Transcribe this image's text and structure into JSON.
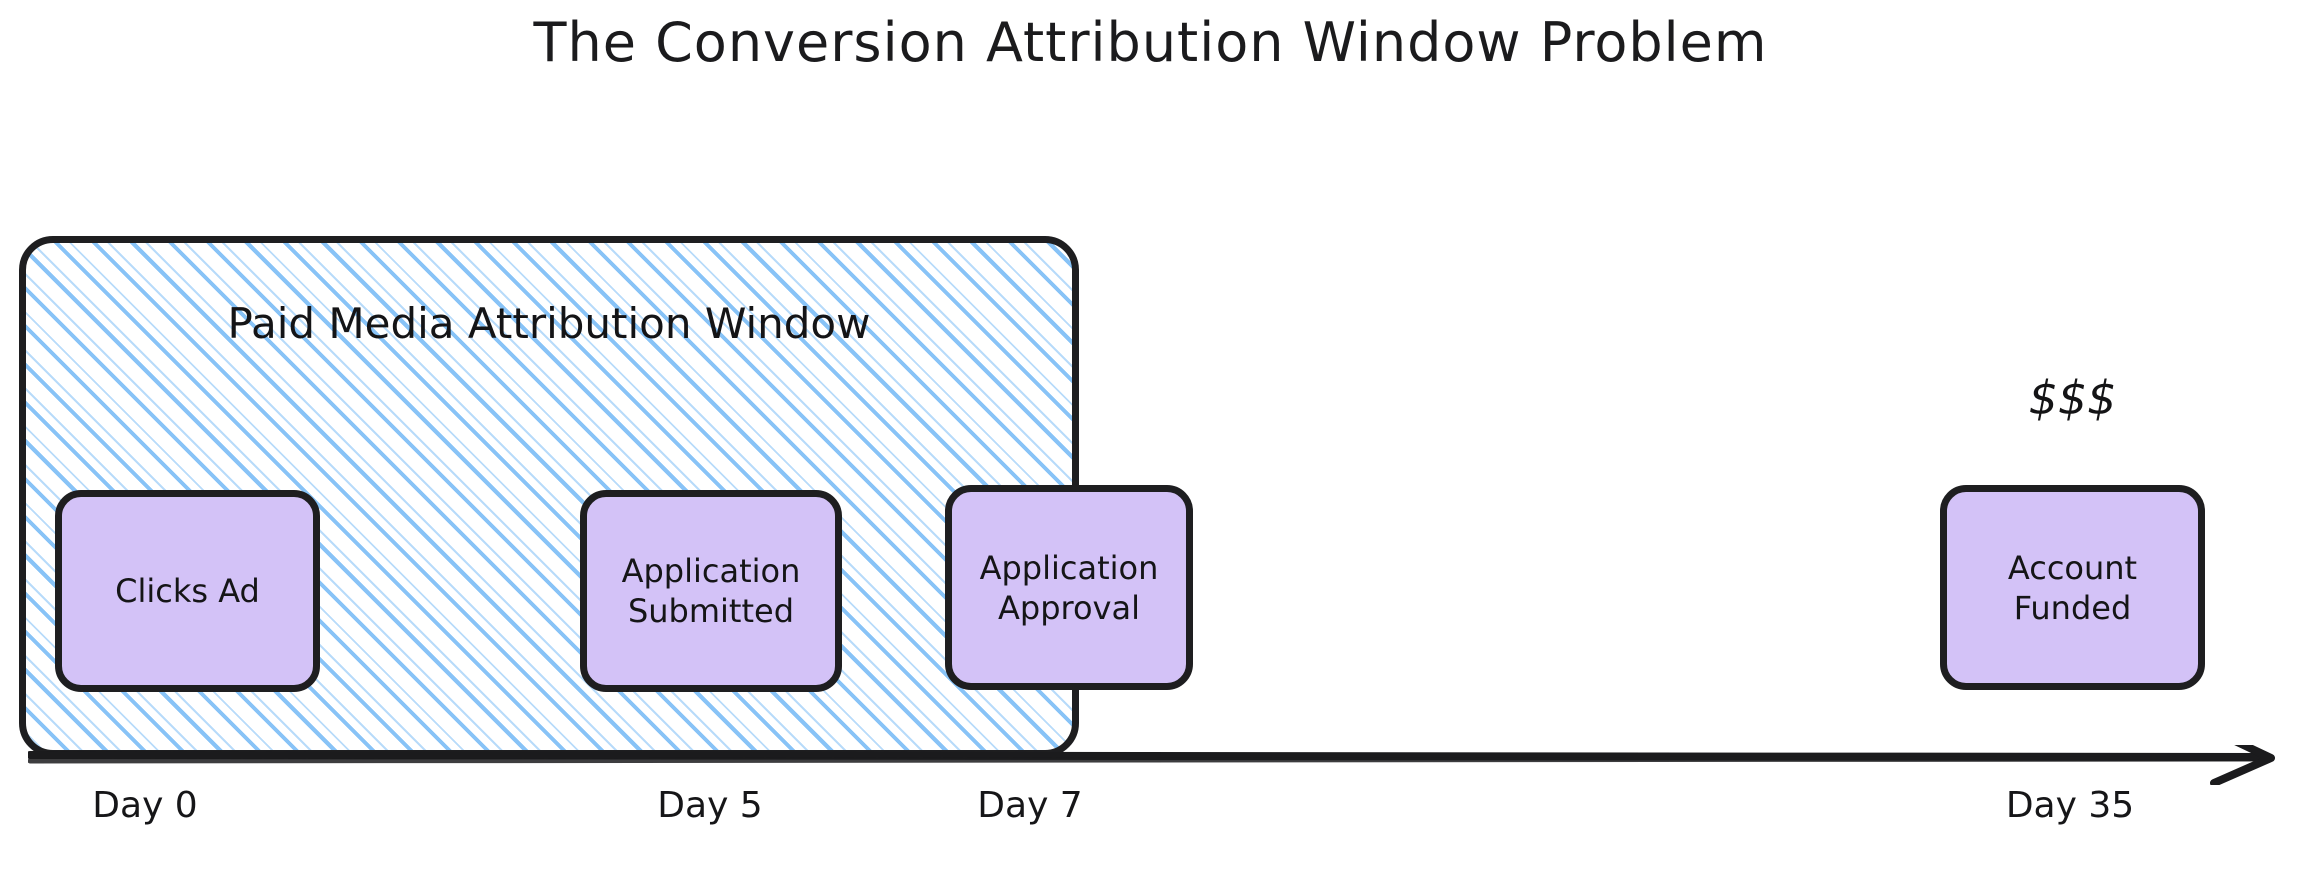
{
  "title": "The Conversion Attribution Window Problem",
  "attribution_window": {
    "label": "Paid Media Attribution Window",
    "hatch_color": "#7ebef6",
    "border_color": "#1e1e20",
    "start_day": "Day 0",
    "end_day": "Day 7"
  },
  "nodes": [
    {
      "id": "clicks-ad",
      "label": "Clicks Ad",
      "line1": "Clicks Ad",
      "line2": "",
      "day": "Day 0",
      "fill": "#d3c2f7",
      "inside_window": true
    },
    {
      "id": "app-submitted",
      "label": "Application Submitted",
      "line1": "Application",
      "line2": "Submitted",
      "day": "Day 5",
      "fill": "#d3c2f7",
      "inside_window": true
    },
    {
      "id": "app-approval",
      "label": "Application Approval",
      "line1": "Application",
      "line2": "Approval",
      "day": "Day 7",
      "fill": "#d3c2f7",
      "inside_window": "partial"
    },
    {
      "id": "account-funded",
      "label": "Account Funded",
      "line1": "Account",
      "line2": "Funded",
      "day": "Day 35",
      "fill": "#d3c2f7",
      "inside_window": false
    }
  ],
  "annotations": {
    "money": "$$$"
  },
  "timeline": {
    "axis_color": "#1b1b1d",
    "ticks": [
      {
        "label": "Day 0"
      },
      {
        "label": "Day 5"
      },
      {
        "label": "Day 7"
      },
      {
        "label": "Day 35"
      }
    ]
  },
  "chart_data": {
    "type": "timeline",
    "title": "The Conversion Attribution Window Problem",
    "xlabel": "",
    "ylabel": "",
    "x_unit": "days",
    "xlim": [
      0,
      38
    ],
    "grid": false,
    "legend": "none",
    "events": [
      {
        "name": "Clicks Ad",
        "day": 0,
        "inside_attribution_window": true
      },
      {
        "name": "Application Submitted",
        "day": 5,
        "inside_attribution_window": true
      },
      {
        "name": "Application Approval",
        "day": 7,
        "inside_attribution_window": true
      },
      {
        "name": "Account Funded",
        "day": 35,
        "inside_attribution_window": false
      }
    ],
    "spans": [
      {
        "name": "Paid Media Attribution Window",
        "start_day": 0,
        "end_day": 7,
        "style": "diagonal-hatch",
        "color": "#7ebef6"
      }
    ],
    "annotations": [
      {
        "text": "$$$",
        "at_day": 35,
        "position": "above-node"
      }
    ]
  }
}
